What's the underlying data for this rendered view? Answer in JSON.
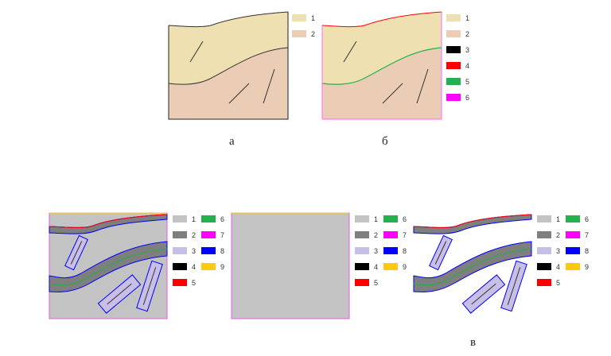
{
  "figure": {
    "captions": {
      "a": "а",
      "b": "б",
      "c": "в"
    },
    "panel_a_legend": [
      {
        "label": "1",
        "color": "#EEE0B0"
      },
      {
        "label": "2",
        "color": "#EBCDB5"
      }
    ],
    "panel_b_legend": [
      {
        "label": "1",
        "color": "#EEE0B0"
      },
      {
        "label": "2",
        "color": "#EBCDB5"
      },
      {
        "label": "3",
        "color": "#000000"
      },
      {
        "label": "4",
        "color": "#FF0000"
      },
      {
        "label": "5",
        "color": "#22B14C"
      },
      {
        "label": "6",
        "color": "#FF00FF"
      }
    ],
    "panel_c_legend": [
      {
        "label": "1",
        "color": "#C3C3C3"
      },
      {
        "label": "2",
        "color": "#7F7F7F"
      },
      {
        "label": "3",
        "color": "#C8BFE7"
      },
      {
        "label": "4",
        "color": "#000000"
      },
      {
        "label": "5",
        "color": "#FF0000"
      },
      {
        "label": "6",
        "color": "#22B14C"
      },
      {
        "label": "7",
        "color": "#FF00FF"
      },
      {
        "label": "8",
        "color": "#0000FF"
      },
      {
        "label": "9",
        "color": "#FFC90E"
      }
    ]
  }
}
